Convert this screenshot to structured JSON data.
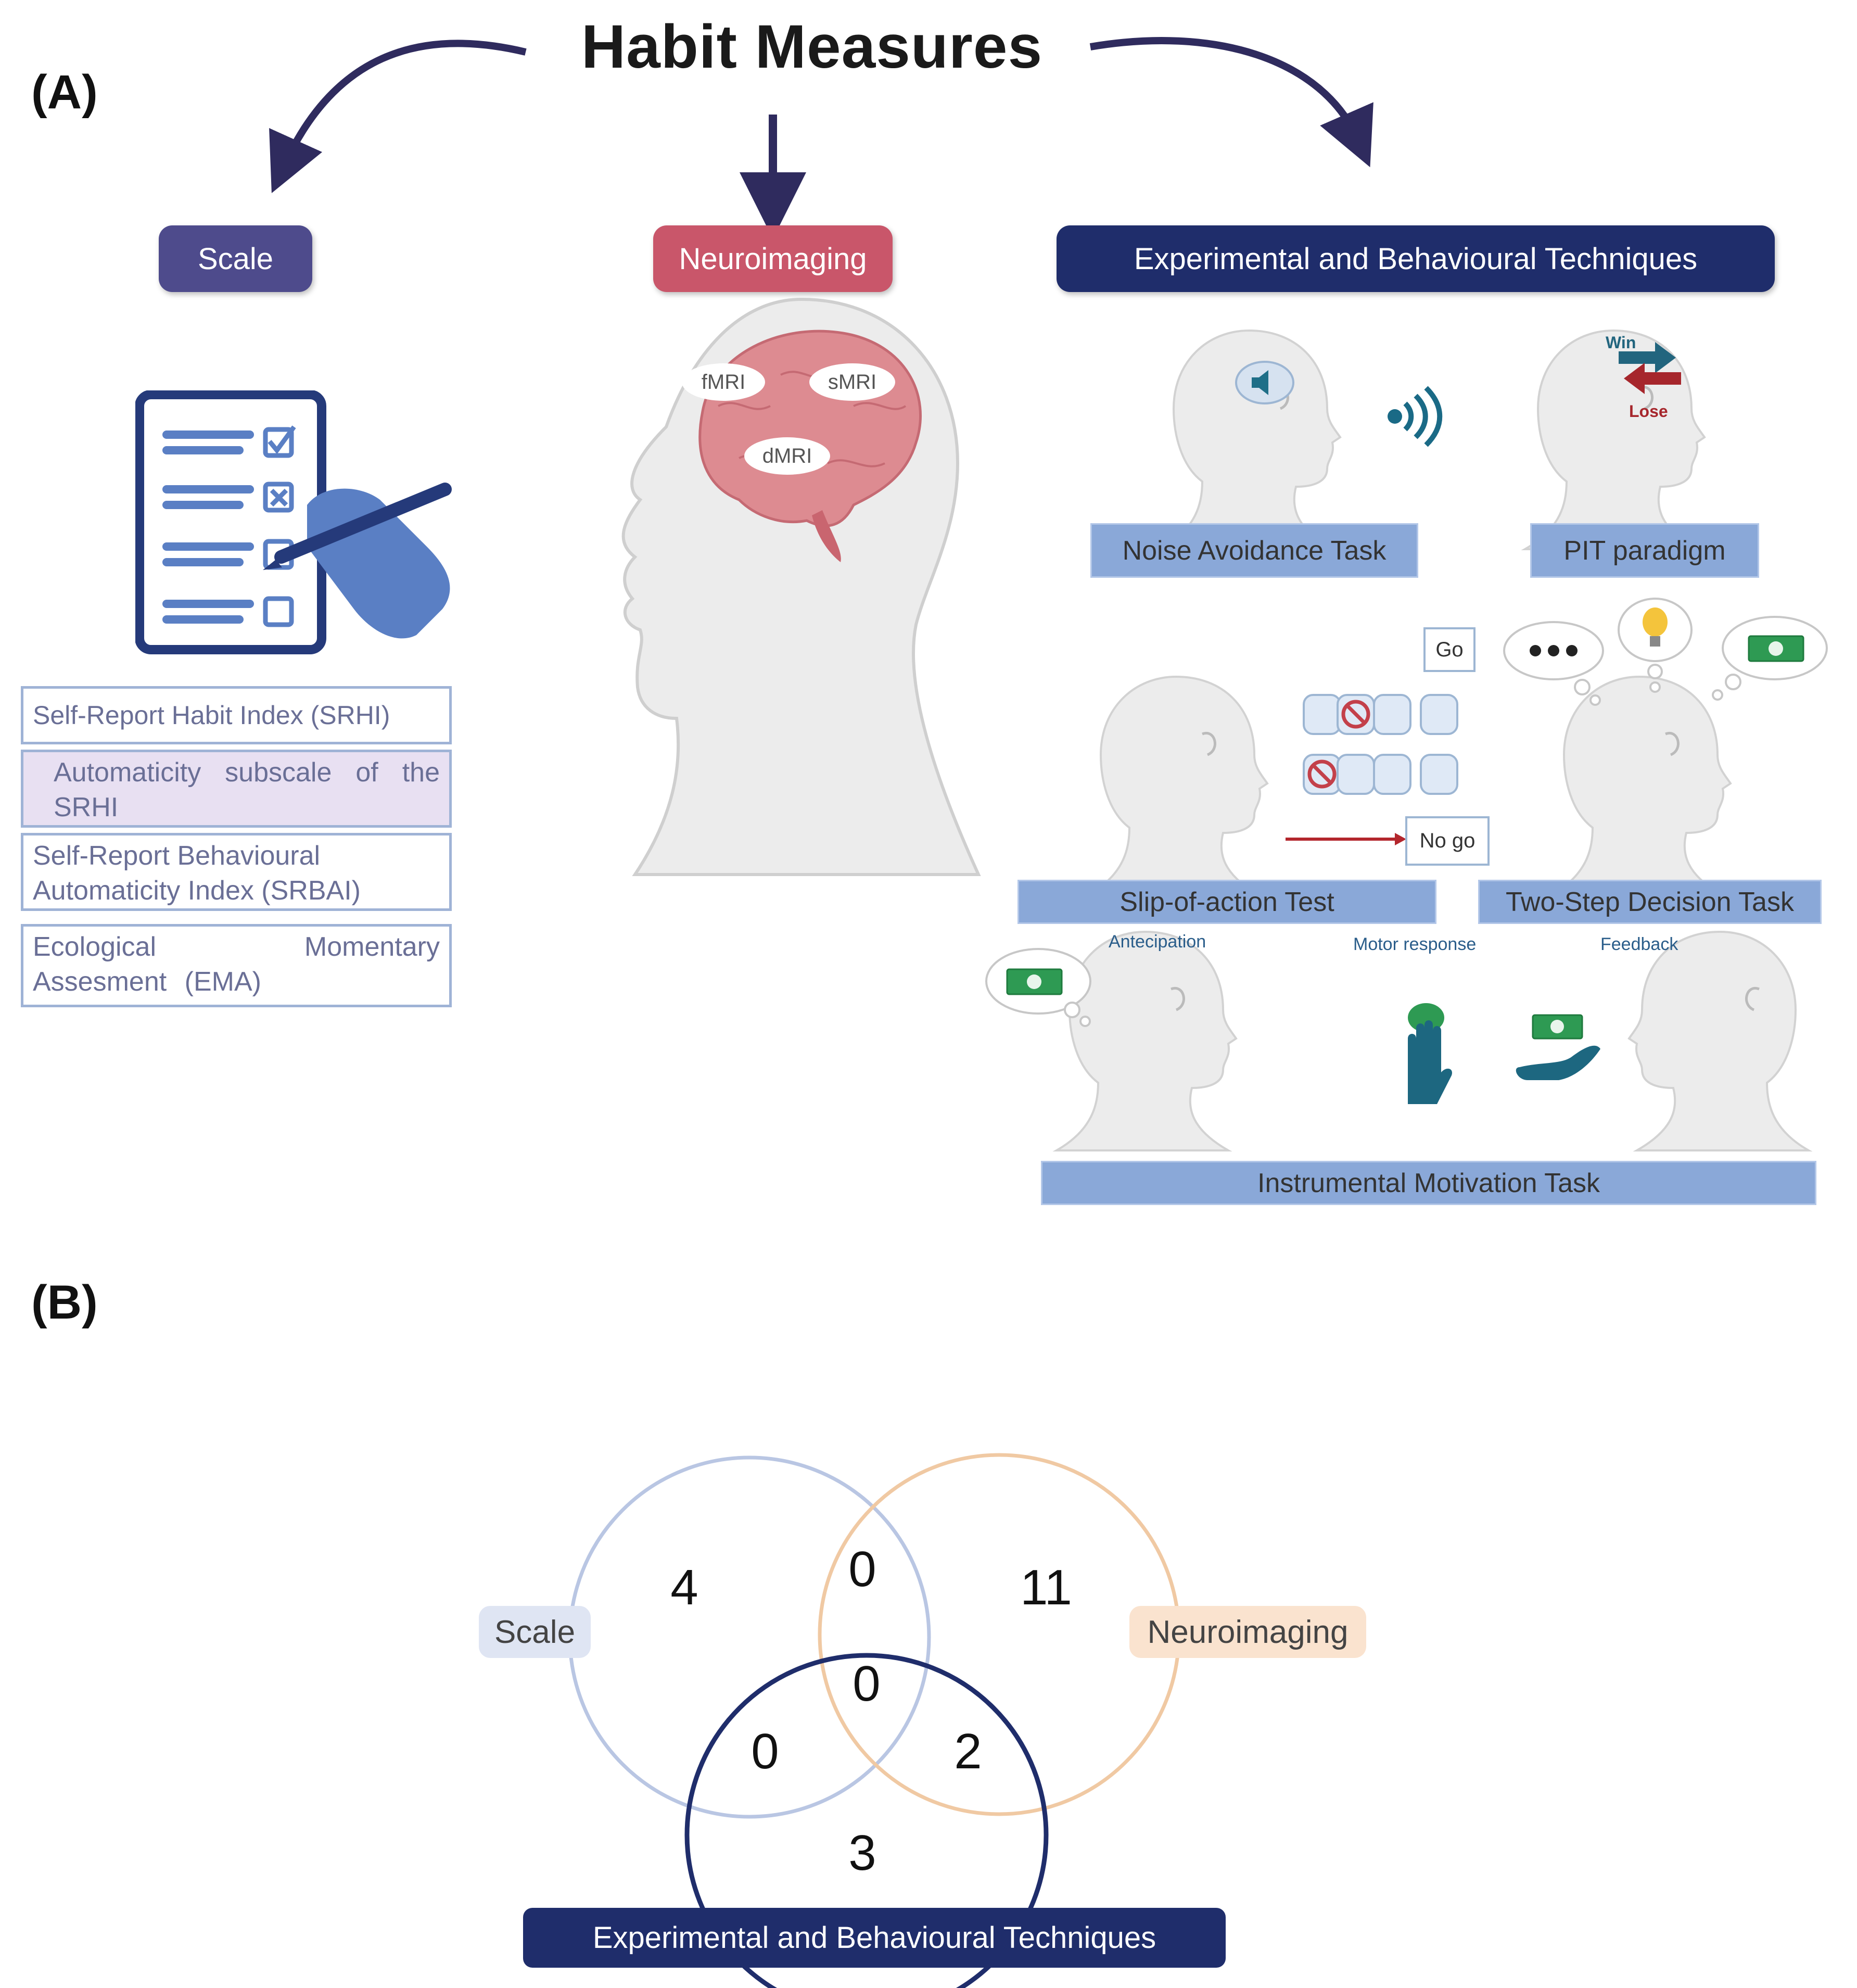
{
  "panel_a": {
    "label": "(A)",
    "title": "Habit Measures",
    "categories": {
      "scale": "Scale",
      "neuroimaging": "Neuroimaging",
      "experimental": "Experimental and Behavioural Techniques"
    },
    "scale_items": [
      "Self-Report Habit Index (SRHI)",
      "Automaticity subscale of the SRHI",
      "Self-Report Behavioural Automaticity Index (SRBAI)",
      "Ecological Momentary Assesment (EMA)"
    ],
    "brain_regions": {
      "fmri": "fMRI",
      "smri": "sMRI",
      "dmri": "dMRI"
    },
    "tasks": {
      "noise_avoidance": "Noise Avoidance Task",
      "pit": "PIT paradigm",
      "slip_of_action": "Slip-of-action Test",
      "two_step": "Two-Step Decision Task",
      "instrumental": "Instrumental Motivation Task"
    },
    "pit_words": {
      "win": "Win",
      "lose": "Lose"
    },
    "go_nogo": {
      "go": "Go",
      "nogo": "No go"
    },
    "instrumental_stages": {
      "anticipation": "Antecipation",
      "motor": "Motor response",
      "feedback": "Feedback"
    },
    "colors": {
      "scale": "#4e4b8c",
      "neuroimaging": "#c9566a",
      "experimental": "#1f2d6b",
      "task_label": "#8aa8d8"
    }
  },
  "panel_b": {
    "label": "(B)",
    "sets": {
      "scale": "Scale",
      "neuroimaging": "Neuroimaging",
      "experimental": "Experimental and Behavioural Techniques"
    },
    "counts": {
      "scale_only": "4",
      "neuroimaging_only": "11",
      "experimental_only": "3",
      "scale_neuroimaging": "0",
      "scale_experimental": "0",
      "neuroimaging_experimental": "2",
      "all_three": "0"
    },
    "colors": {
      "scale": "#b9c6e3",
      "neuroimaging": "#f0c9a3",
      "experimental": "#1f2d6b"
    }
  }
}
